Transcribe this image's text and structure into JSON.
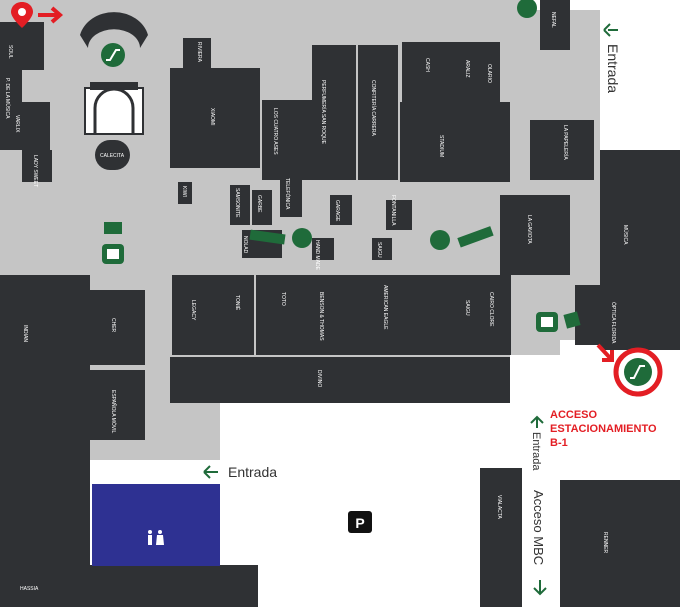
{
  "colors": {
    "store": "#2f3134",
    "corridor": "#c5c5c5",
    "restroom": "#2e3192",
    "accent_red": "#e31e24",
    "icon_green": "#1f6b3a",
    "text_dark": "#333333"
  },
  "stores": {
    "soul": "SOUL",
    "pdelamusica": "P. DE LA MÚSICA",
    "varlix": "VARLIX",
    "ladysweet": "LADY SWEET",
    "riviera": "RIVIERA",
    "xiaomi": "XIAOMI",
    "loscuatroases": "LOS CUATRO ASES",
    "perfumeria": "PERFUMERÍA SAN ROQUE",
    "confiteria": "CONFITERÍA CARRERA",
    "cash": "CASH",
    "araliz": "ARALIZ",
    "olario": "OLARIO",
    "stadium": "STADIUM",
    "nefal": "NEFAL",
    "lapapeleria": "LA PAPELERÍA",
    "musica": "MÚSICA",
    "lagaviota": "LA GAVIOTA",
    "calecita": "CALECITA",
    "kiwi": "KIWI",
    "samsonite": "SAMSONITE",
    "garbe": "GARBE",
    "telefonica": "TELEFÓNICA",
    "garage": "GARAGE",
    "fontanilla": "FONTANILLA",
    "nolad": "NOLAD",
    "handmade": "HAND MADE",
    "saigu": "SAIGU",
    "indian": "INDIAN",
    "cher": "CHER",
    "espanola": "ESPAÑOLA MÓVIL",
    "legacy": "LEGACY",
    "tonie": "TONIÉ",
    "toto": "TOTO",
    "benson": "BENSON & THOMAS",
    "american": "AMERICAN EAGLE",
    "saigu2": "SAIGU",
    "cairo": "CAIRO CLORE",
    "optica": "ÓPTICA FLORIDA",
    "divino": "DIVINO",
    "vialacta": "VIALACTA",
    "renner": "RENNER",
    "hassia": "HASSIA"
  },
  "labels": {
    "entrada_top": "Entrada",
    "entrada_mid": "Entrada",
    "entrada_vertical": "Entrada",
    "acceso_line1": "ACCESO",
    "acceso_line2": "ESTACIONAMIENTO",
    "acceso_line3": "B-1",
    "acceso_mbc": "Acceso MBC",
    "parking": "P"
  },
  "icons": {
    "location_pin": "location-pin-icon",
    "arrow": "arrow-right-icon",
    "stairs": "escalator-icon",
    "elevator": "elevator-icon",
    "restroom": "restroom-icon",
    "parking": "parking-icon"
  }
}
